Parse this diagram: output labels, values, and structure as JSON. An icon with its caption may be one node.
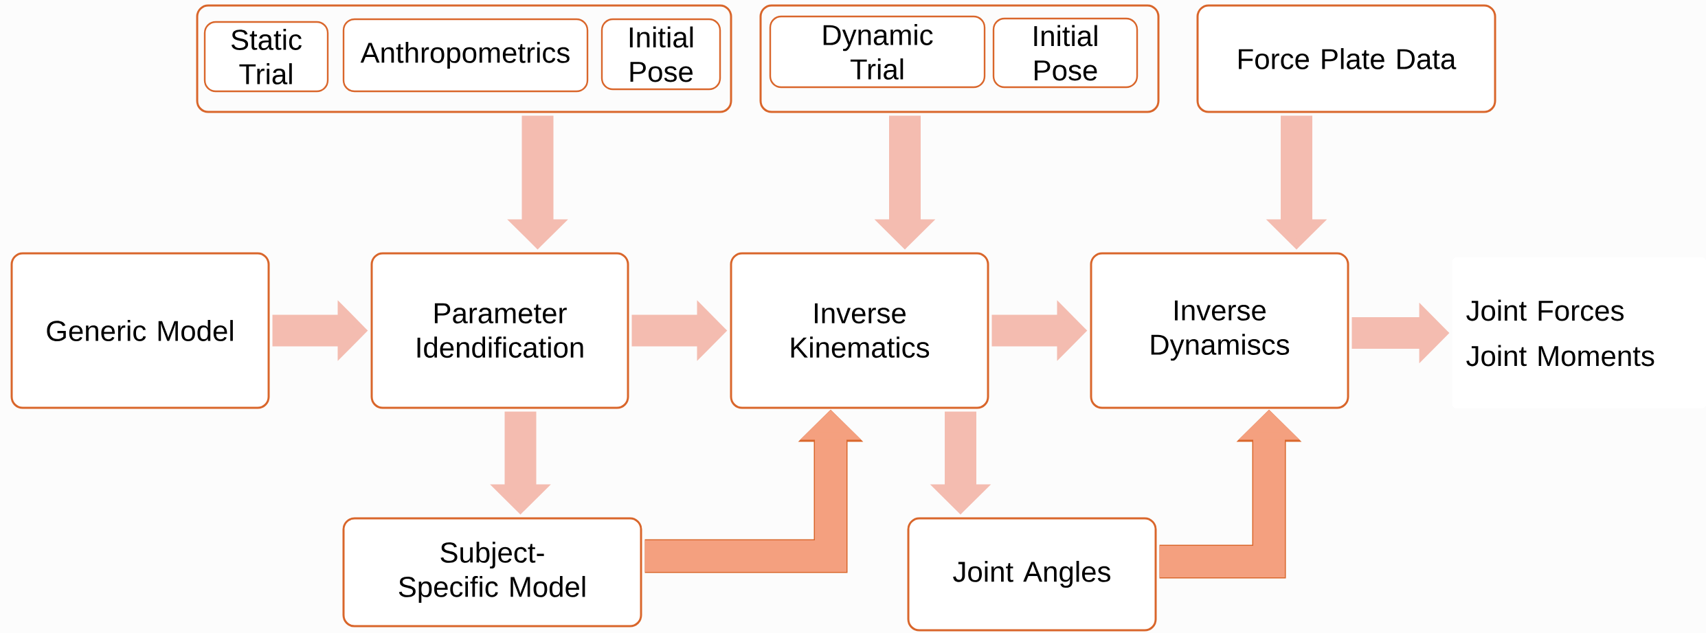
{
  "diagram": {
    "nodes": [
      {
        "text": [],
        "shape": "box"
      },
      {
        "text": [
          "Static Trial"
        ],
        "in": 0
      },
      {
        "text": [
          "Anthropometrics"
        ],
        "in": 0
      },
      {
        "text": [
          "Initial Pose"
        ],
        "in": 0
      },
      {
        "text": [],
        "shape": "box"
      },
      {
        "text": [
          "Dynamic Trial"
        ],
        "in": 4
      },
      {
        "text": [
          "Initial Pose"
        ],
        "in": 4
      },
      {
        "text": [
          "Force Plate Data"
        ]
      },
      {
        "text": [
          "Generic Model"
        ]
      },
      {
        "text": [
          "Parameter Idendification"
        ]
      },
      {
        "text": [
          "Inverse Kinematics"
        ]
      },
      {
        "text": [
          "Inverse Dynamiscs"
        ]
      },
      {
        "text": [
          "Joint Forces",
          "Joint Moments"
        ]
      },
      {
        "text": [
          "Subject-Specific Model"
        ]
      },
      {
        "text": [
          "Joint Angles"
        ]
      }
    ],
    "edges": [
      {
        "from": 0,
        "to": 9,
        "arrow": "to"
      },
      {
        "from": 4,
        "to": 10,
        "arrow": "to"
      },
      {
        "from": 7,
        "to": 11,
        "arrow": "to"
      },
      {
        "from": 8,
        "to": 9,
        "arrow": "to"
      },
      {
        "from": 9,
        "to": 10,
        "arrow": "to"
      },
      {
        "from": 10,
        "to": 11,
        "arrow": "to"
      },
      {
        "from": 11,
        "to": 12,
        "arrow": "to"
      },
      {
        "from": 9,
        "to": 13,
        "arrow": "to"
      },
      {
        "from": 13,
        "to": 10,
        "arrow": "to",
        "color": "#f4a07f"
      },
      {
        "from": 10,
        "to": 14,
        "arrow": "to"
      },
      {
        "from": 14,
        "to": 11,
        "arrow": "to",
        "color": "#f4a07f"
      }
    ]
  }
}
